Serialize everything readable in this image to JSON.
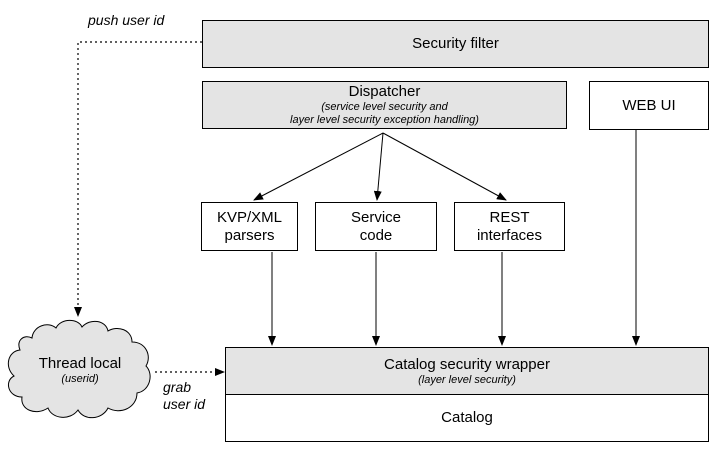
{
  "diagram": {
    "security_filter": "Security filter",
    "dispatcher": {
      "title": "Dispatcher",
      "sub1": "(service level security and",
      "sub2": "layer level security exception handling)"
    },
    "web_ui": "WEB UI",
    "kvp": {
      "line1": "KVP/XML",
      "line2": "parsers"
    },
    "service": {
      "line1": "Service",
      "line2": "code"
    },
    "rest": {
      "line1": "REST",
      "line2": "interfaces"
    },
    "thread_local": {
      "title": "Thread local",
      "sub": "(userid)"
    },
    "catalog_wrapper": {
      "title": "Catalog security wrapper",
      "sub": "(layer level security)"
    },
    "catalog": "Catalog",
    "labels": {
      "push": "push user id",
      "grab1": "grab",
      "grab2": "user id"
    }
  }
}
